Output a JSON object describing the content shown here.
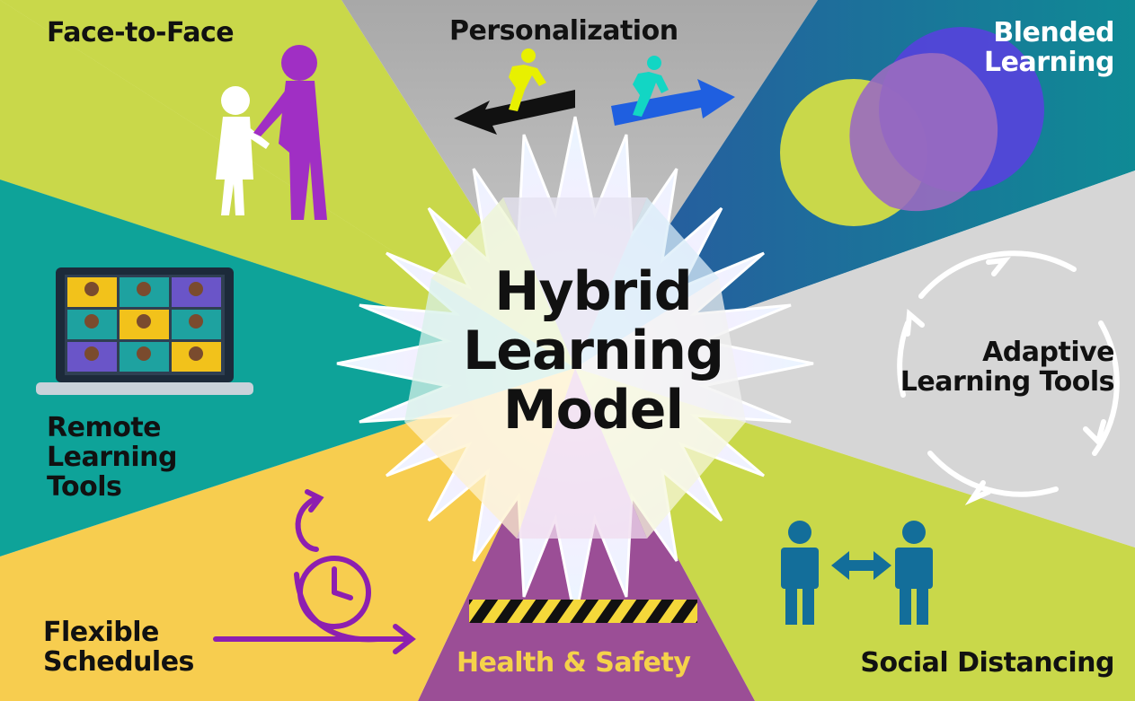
{
  "title": {
    "line1": "Hybrid",
    "line2": "Learning",
    "line3": "Model"
  },
  "segments": {
    "face_to_face": {
      "label": "Face-to-Face",
      "color": "#c9d84a"
    },
    "personalization": {
      "label": "Personalization",
      "color": "#b4b4b4"
    },
    "blended_learning": {
      "line1": "Blended",
      "line2": "Learning",
      "color": "#2670a0"
    },
    "adaptive_learning_tools": {
      "line1": "Adaptive",
      "line2": "Learning Tools",
      "color": "#d8d8d8"
    },
    "social_distancing": {
      "label": "Social Distancing",
      "color": "#c9d84a"
    },
    "health_safety": {
      "label": "Health & Safety",
      "color": "#9b4e96"
    },
    "flexible_schedules": {
      "line1": "Flexible",
      "line2": "Schedules",
      "color": "#f7cd4f"
    },
    "remote_learning_tools": {
      "line1": "Remote",
      "line2": "Learning",
      "line3": "Tools",
      "color": "#0ea399"
    }
  },
  "icons": [
    "adult-child-silhouette-icon",
    "runner-arrows-icon",
    "venn-circles-icon",
    "cycle-arrows-icon",
    "two-people-distance-icon",
    "hazard-stripe-icon",
    "clock-loop-icon",
    "laptop-video-call-icon"
  ]
}
